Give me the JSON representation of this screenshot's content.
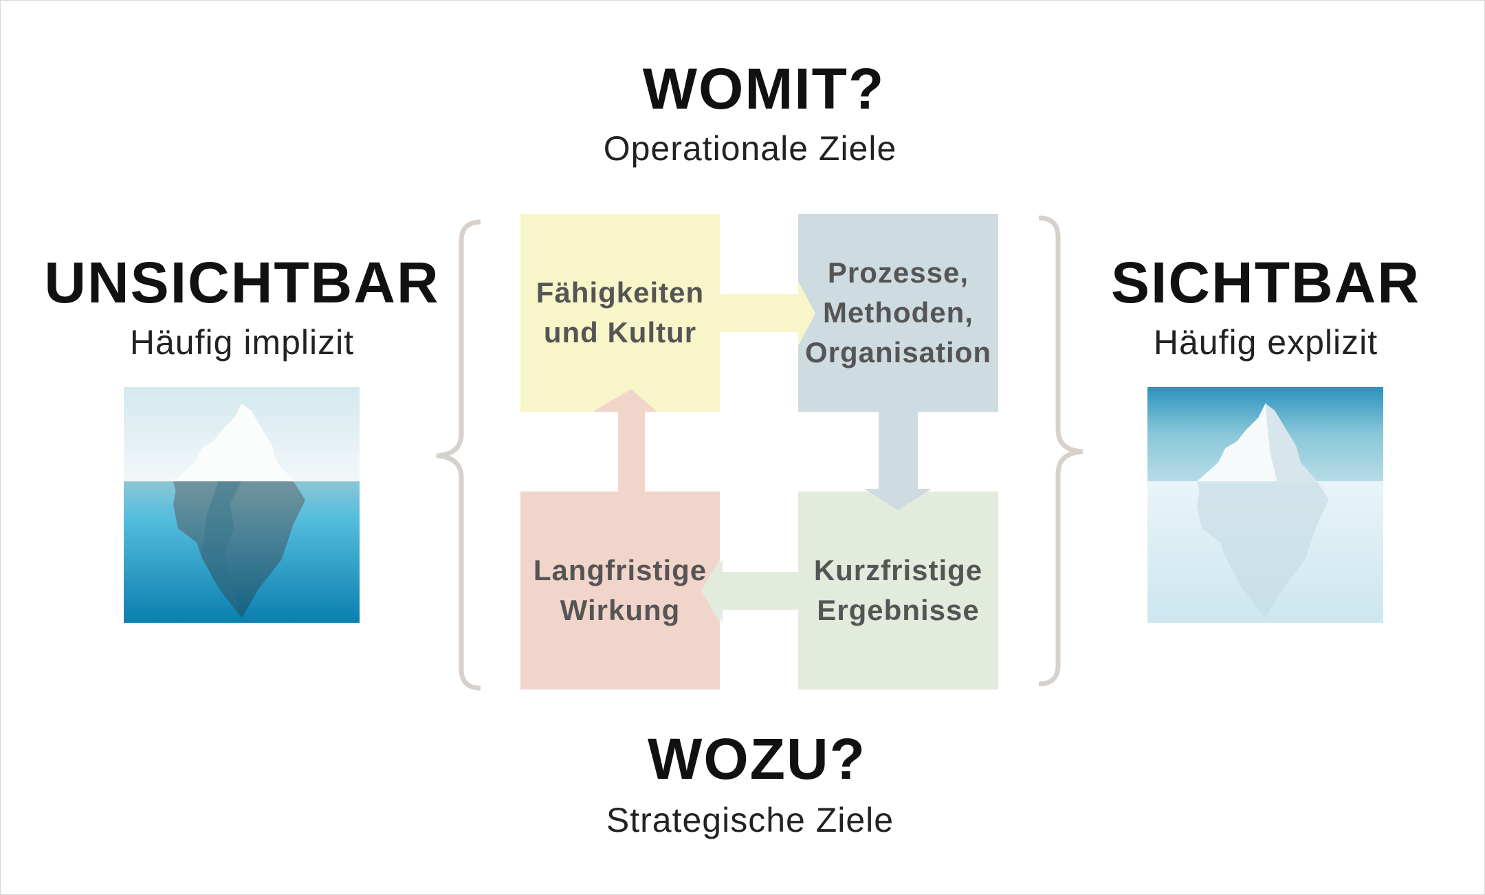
{
  "top": {
    "title": "WOMIT?",
    "subtitle": "Operationale Ziele"
  },
  "bottom": {
    "title": "WOZU?",
    "subtitle": "Strategische Ziele"
  },
  "left": {
    "title": "UNSICHTBAR",
    "subtitle": "Häufig implizit"
  },
  "right": {
    "title": "SICHTBAR",
    "subtitle": "Häufig explizit"
  },
  "boxes": {
    "capabilities": {
      "lines": [
        "Fähigkeiten",
        "und Kultur"
      ],
      "color": "#f8f5c9"
    },
    "processes": {
      "lines": [
        "Prozesse,",
        "Methoden,",
        "Organisation"
      ],
      "color": "#cedbe0"
    },
    "short_term": {
      "lines": [
        "Kurzfristige",
        "Ergebnisse"
      ],
      "color": "#e2ebdc"
    },
    "long_term": {
      "lines": [
        "Langfristige",
        "Wirkung"
      ],
      "color": "#f2d5ca"
    }
  }
}
